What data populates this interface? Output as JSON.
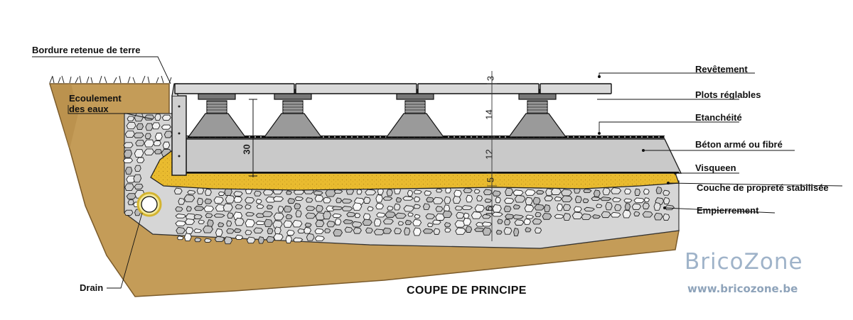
{
  "title": "COUPE DE PRINCIPE",
  "labels": {
    "bordure": "Bordure retenue de terre",
    "ecoulement_1": "Ecoulement",
    "ecoulement_2": "des eaux",
    "drain": "Drain",
    "revetement": "Revêtement",
    "plots": "Plots réglables",
    "etancheite": "Etanchéité",
    "beton": "Béton armé ou fibré",
    "visqueen": "Visqueen",
    "couche": "Couche de propreté  stabilisée",
    "empierrement": "Empierrement"
  },
  "dimensions": {
    "revetement": "3",
    "plots": "14",
    "beton": "12",
    "couche": "5",
    "empierrement": "15",
    "bordure_height": "30"
  },
  "watermark": {
    "brand": "BricoZone",
    "url": "www.bricozone.be"
  },
  "colors": {
    "soil": "#c39a55",
    "sand": "#e8b92e",
    "concrete": "#c8c8c8",
    "stone": "#d7d7d7"
  }
}
